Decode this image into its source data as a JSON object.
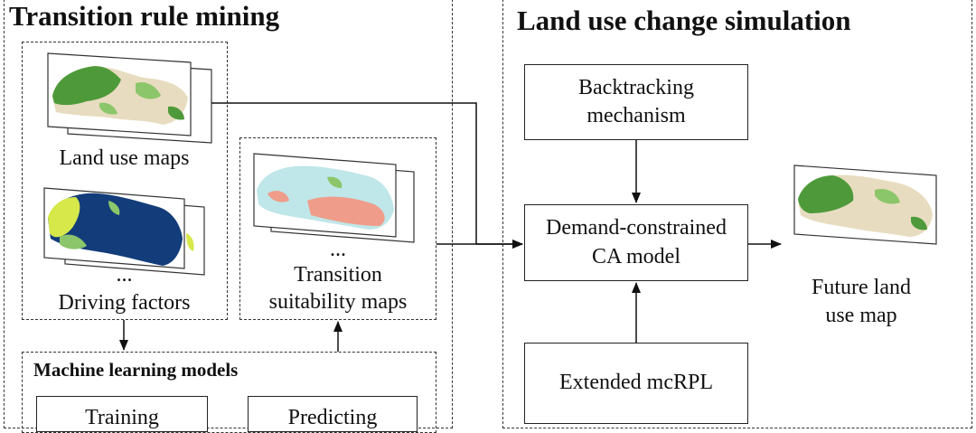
{
  "left_panel": {
    "title": "Transition rule mining",
    "land_use_maps_label": "Land use maps",
    "driving_ellipsis": "...",
    "driving_factors_label": "Driving factors",
    "suitability_ellipsis": "...",
    "suitability_label_line1": "Transition",
    "suitability_label_line2": "suitability maps",
    "ml_title": "Machine learning models",
    "training_label": "Training",
    "predicting_label": "Predicting"
  },
  "right_panel": {
    "title": "Land use change simulation",
    "backtracking_line1": "Backtracking",
    "backtracking_line2": "mechanism",
    "ca_line1": "Demand-constrained",
    "ca_line2": "CA model",
    "mcrpl_label": "Extended mcRPL",
    "future_line1": "Future land",
    "future_line2": "use map"
  },
  "colors": {
    "forest_green": "#4e9a3a",
    "light_green": "#8cc66b",
    "beige": "#e8dcc0",
    "navy": "#123c7a",
    "yellow_green": "#d6e84a",
    "cyan": "#bfe6e8",
    "salmon": "#ef9c8a"
  }
}
